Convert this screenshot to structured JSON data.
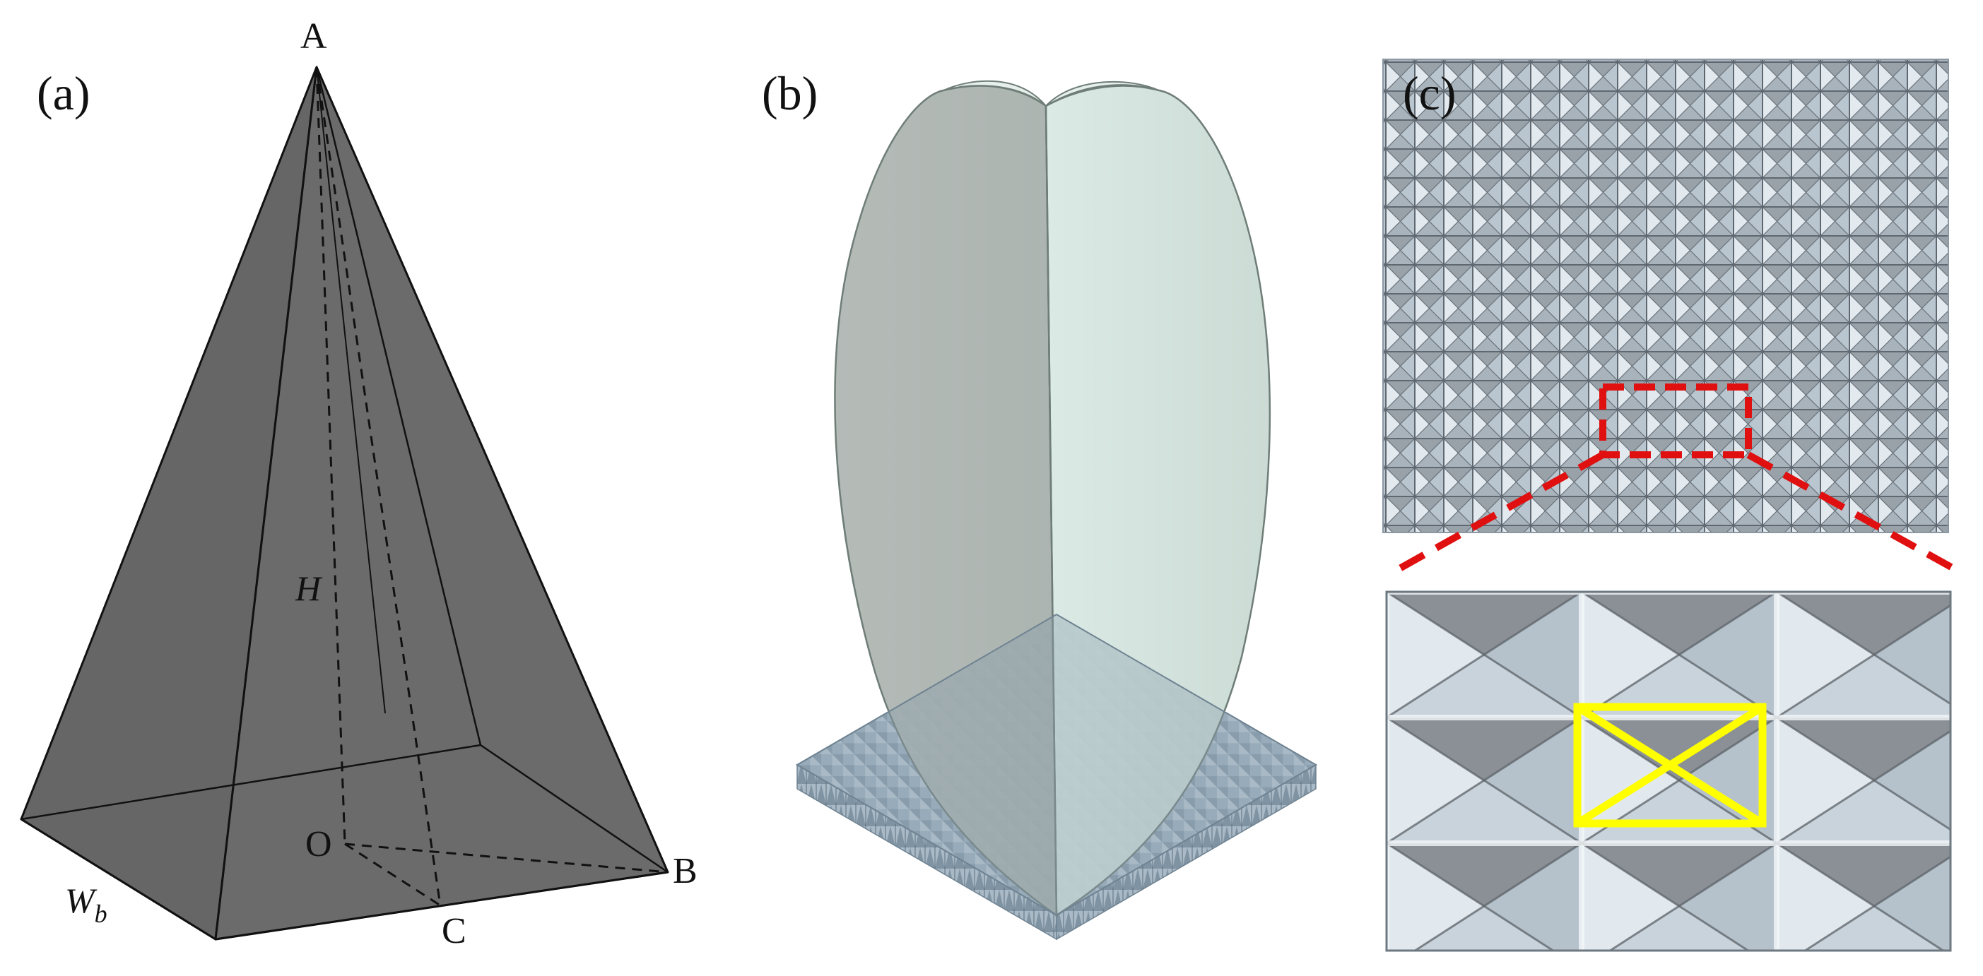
{
  "panels": {
    "a": {
      "label": "(a)"
    },
    "b": {
      "label": "(b)"
    },
    "c": {
      "label": "(c)"
    }
  },
  "pyramid": {
    "apex": "A",
    "corner": "B",
    "base_center": "O",
    "edge_midpoint": "C",
    "height_symbol": "H",
    "base_width_symbol": "W",
    "base_width_subscript": "b"
  },
  "colors": {
    "pyramid_face": "#6e6e6e",
    "radiation_pattern": "#cbdcd6",
    "surface_grid": "#8c98a2",
    "zoom_box": "#e01010",
    "unit_cell": "#ffff00"
  }
}
